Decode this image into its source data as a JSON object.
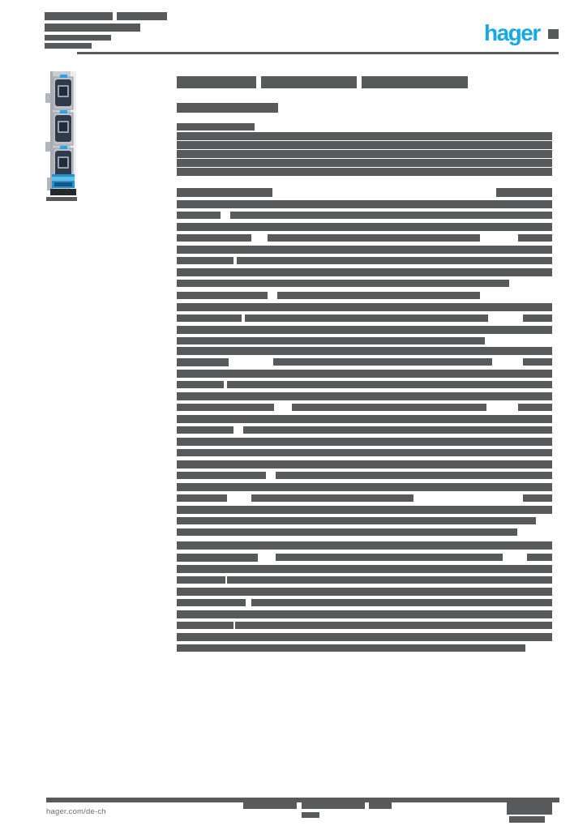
{
  "brand": {
    "logo_text": "hager",
    "logo_color": "#17a9e2"
  },
  "colors": {
    "page_bg": "#ffffff",
    "redaction": "#58595b"
  },
  "footer": {
    "website": "hager.com/de-ch"
  },
  "product_image": {
    "semantic": "vertical-nh-fuse-switch-disconnector-3-pole-blue-terminal"
  },
  "redactions": {
    "header-text": [
      [
        55,
        15,
        84,
        10
      ],
      [
        144,
        15,
        62,
        10
      ],
      [
        55,
        29,
        118,
        10
      ],
      [
        55,
        43,
        82,
        7
      ],
      [
        55,
        53,
        58,
        7
      ]
    ],
    "header-rule": [
      [
        95,
        64,
        594,
        3
      ]
    ],
    "logo-mark": [
      [
        676,
        36,
        13,
        12
      ]
    ],
    "product-caption": [
      [
        57,
        243,
        38,
        5
      ]
    ],
    "page-title": [
      [
        218,
        94,
        98,
        15
      ],
      [
        322,
        94,
        118,
        15
      ],
      [
        446,
        94,
        131,
        15
      ]
    ],
    "page-subtitle": [
      [
        218,
        127,
        125,
        12
      ]
    ],
    "intro-paragraph": [
      [
        218,
        152,
        96,
        9
      ],
      [
        218,
        163,
        463,
        10
      ],
      [
        218,
        174,
        463,
        10
      ],
      [
        218,
        185,
        463,
        10
      ],
      [
        218,
        196,
        463,
        10
      ],
      [
        218,
        207,
        463,
        10
      ]
    ],
    "spec-section-1": [
      [
        218,
        232,
        118,
        11
      ],
      [
        612,
        232,
        69,
        11
      ],
      [
        218,
        247,
        463,
        10
      ],
      [
        218,
        261,
        54,
        9
      ],
      [
        284,
        261,
        397,
        9
      ],
      [
        218,
        275,
        463,
        10
      ],
      [
        218,
        289,
        92,
        9
      ],
      [
        330,
        289,
        262,
        9
      ],
      [
        639,
        289,
        42,
        9
      ],
      [
        218,
        303,
        463,
        10
      ],
      [
        218,
        317,
        70,
        9
      ],
      [
        292,
        317,
        389,
        9
      ],
      [
        218,
        331,
        463,
        10
      ],
      [
        218,
        345,
        410,
        9
      ],
      [
        218,
        360,
        112,
        9
      ],
      [
        342,
        360,
        250,
        9
      ],
      [
        218,
        374,
        463,
        10
      ],
      [
        218,
        388,
        80,
        9
      ],
      [
        302,
        388,
        300,
        9
      ],
      [
        645,
        388,
        36,
        9
      ],
      [
        218,
        402,
        463,
        10
      ],
      [
        218,
        416,
        380,
        9
      ]
    ],
    "spec-section-2": [
      [
        218,
        428,
        463,
        10
      ],
      [
        218,
        442,
        64,
        10
      ],
      [
        337,
        442,
        270,
        9
      ],
      [
        645,
        442,
        36,
        9
      ],
      [
        218,
        456,
        463,
        10
      ],
      [
        218,
        470,
        58,
        9
      ],
      [
        280,
        470,
        401,
        9
      ],
      [
        218,
        484,
        463,
        10
      ],
      [
        218,
        498,
        120,
        9
      ],
      [
        360,
        498,
        240,
        9
      ],
      [
        639,
        498,
        42,
        9
      ],
      [
        218,
        512,
        463,
        10
      ],
      [
        218,
        526,
        70,
        9
      ],
      [
        300,
        526,
        381,
        9
      ],
      [
        218,
        540,
        463,
        10
      ],
      [
        218,
        554,
        64,
        9
      ],
      [
        275,
        554,
        406,
        9
      ],
      [
        218,
        568,
        463,
        10
      ],
      [
        218,
        582,
        110,
        9
      ],
      [
        340,
        582,
        341,
        9
      ],
      [
        218,
        596,
        463,
        10
      ],
      [
        218,
        610,
        62,
        9
      ],
      [
        310,
        610,
        200,
        9
      ],
      [
        645,
        610,
        36,
        9
      ],
      [
        218,
        624,
        463,
        10
      ],
      [
        218,
        638,
        90,
        9
      ],
      [
        275,
        638,
        386,
        9
      ],
      [
        218,
        652,
        420,
        9
      ]
    ],
    "spec-section-3": [
      [
        218,
        668,
        463,
        10
      ],
      [
        218,
        683,
        100,
        10
      ],
      [
        340,
        683,
        280,
        9
      ],
      [
        650,
        683,
        31,
        9
      ],
      [
        218,
        697,
        463,
        10
      ],
      [
        218,
        711,
        60,
        9
      ],
      [
        280,
        711,
        401,
        9
      ],
      [
        218,
        725,
        463,
        10
      ],
      [
        218,
        739,
        85,
        9
      ],
      [
        310,
        739,
        371,
        9
      ],
      [
        218,
        753,
        463,
        10
      ],
      [
        218,
        767,
        70,
        9
      ],
      [
        290,
        767,
        391,
        9
      ],
      [
        218,
        781,
        463,
        10
      ],
      [
        218,
        795,
        430,
        9
      ]
    ],
    "footer-rule": [
      [
        57,
        984,
        633,
        6
      ]
    ],
    "footer-text": [
      [
        300,
        990,
        66,
        8
      ],
      [
        372,
        990,
        78,
        8
      ],
      [
        455,
        990,
        28,
        8
      ],
      [
        372,
        1002,
        22,
        7
      ]
    ],
    "footer-page-block": [
      [
        625,
        990,
        56,
        15
      ],
      [
        628,
        1007,
        44,
        8
      ]
    ]
  }
}
